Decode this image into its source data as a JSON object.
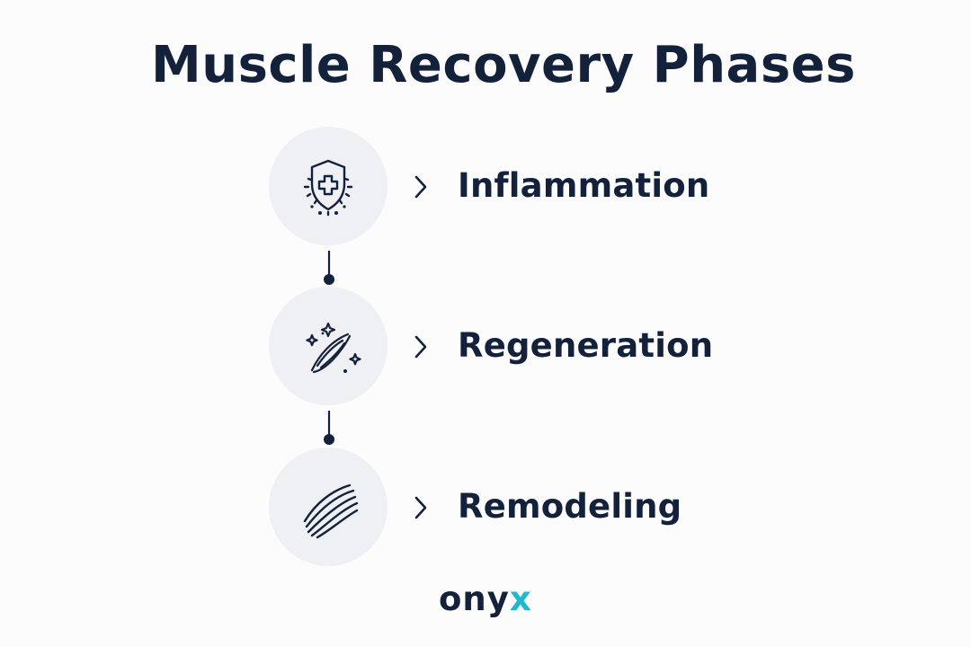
{
  "title": "Muscle Recovery Phases",
  "phases": [
    {
      "label": "Inflammation",
      "icon": "shield-cross-icon"
    },
    {
      "label": "Regeneration",
      "icon": "muscle-fiber-sparkle-icon"
    },
    {
      "label": "Remodeling",
      "icon": "muscle-fiber-icon"
    }
  ],
  "brand": {
    "prefix": "ony",
    "accent": "x"
  },
  "colors": {
    "text": "#13213b",
    "circle": "#eff0f4",
    "accent": "#21b7cf",
    "background": "#fcfcfc"
  }
}
